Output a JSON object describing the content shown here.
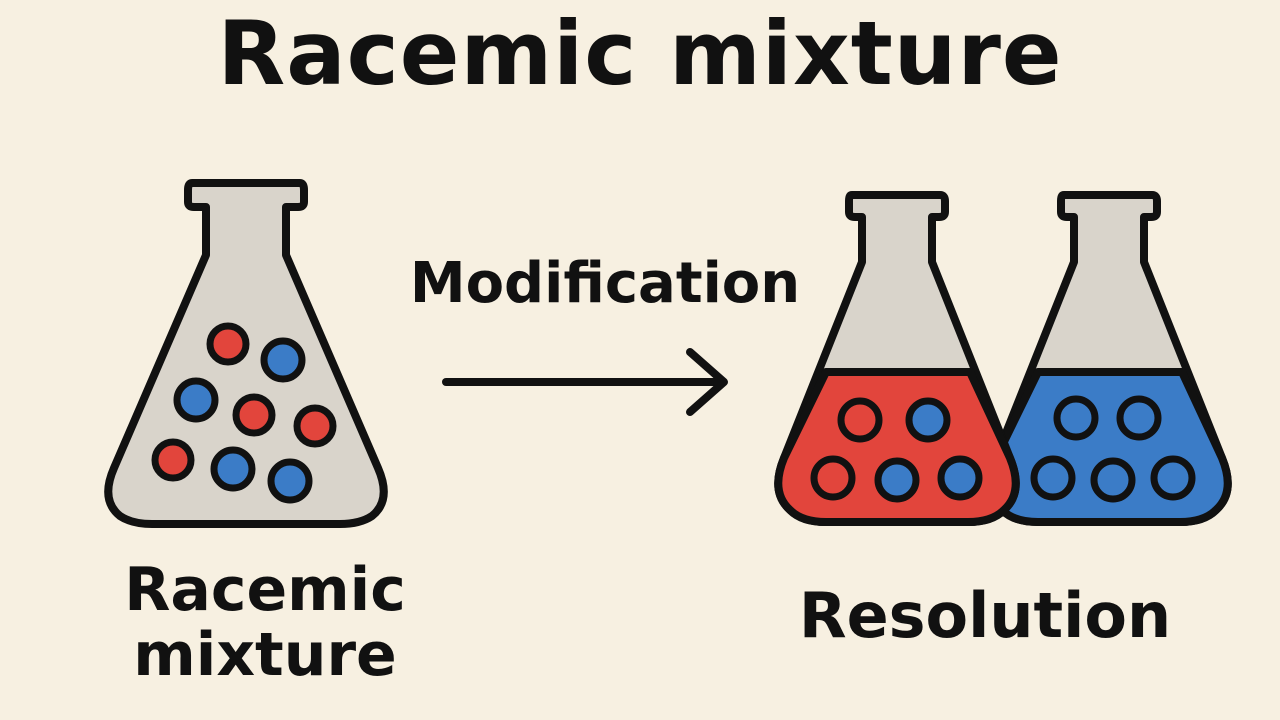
{
  "title": "Racemic mixture",
  "arrow_label": "Modification",
  "left_label": "Racemic mixture",
  "right_label": "Resolution",
  "colors": {
    "background": "#f7f0e1",
    "flask_glass": "#d9d4cb",
    "outline": "#111111",
    "red": "#e2453c",
    "blue": "#3b7cc7"
  },
  "icons": {
    "left_flask": "flask-icon",
    "arrow": "right-arrow-icon",
    "red_flask": "flask-icon",
    "blue_flask": "flask-icon"
  }
}
